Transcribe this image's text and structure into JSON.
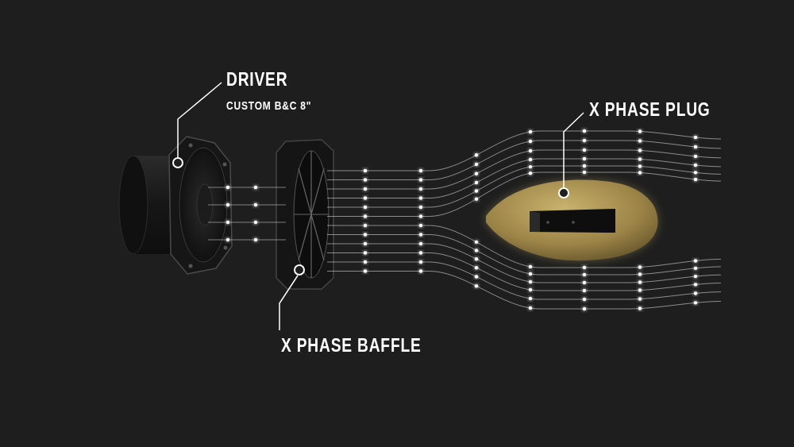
{
  "diagram": {
    "labels": [
      "DRIVER",
      "CUSTOM B&C 8\"",
      "X PHASE PLUG",
      "X PHASE BAFFLE"
    ]
  }
}
